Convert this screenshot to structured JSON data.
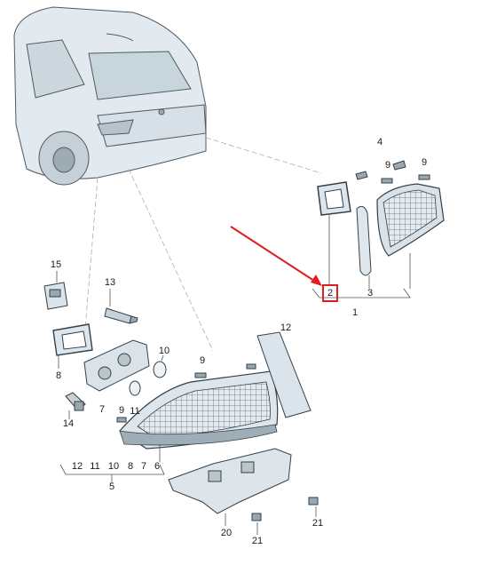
{
  "callouts": {
    "c1": "1",
    "c2": "2",
    "c3": "3",
    "c4": "4",
    "c5": "5",
    "c6": "6",
    "c7": "7",
    "c8": "8",
    "c9a": "9",
    "c9b": "9",
    "c9c": "9",
    "c9d": "9",
    "c10": "10",
    "c11": "11",
    "c12": "12",
    "c13": "13",
    "c14": "14",
    "c15": "15",
    "c20": "20",
    "c21a": "21",
    "c21b": "21",
    "row5": [
      "12",
      "11",
      "10",
      "8",
      "7",
      "6"
    ]
  },
  "colors": {
    "highlight": "#e01e1e",
    "part_fill": "#dfe8ee",
    "line": "#5a6670",
    "leader": "#8aa0ad"
  }
}
